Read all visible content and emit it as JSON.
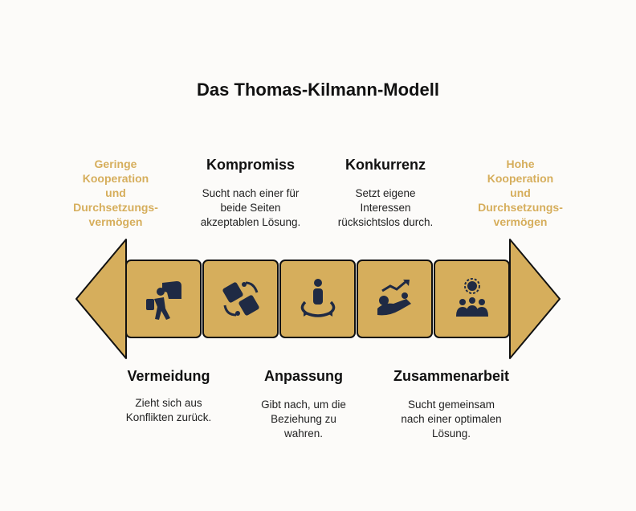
{
  "title": "Das Thomas-Kilmann-Modell",
  "left_label": [
    "Geringe",
    "Kooperation",
    "und",
    "Durchsetzungs-",
    "vermögen"
  ],
  "right_label": [
    "Hohe",
    "Kooperation",
    "und",
    "Durchsetzungs-",
    "vermögen"
  ],
  "styles": [
    {
      "name": "Vermeidung",
      "desc": [
        "Zieht sich aus",
        "Konflikten zurück."
      ],
      "icon": "person-avoiding-icon"
    },
    {
      "name": "Kompromiss",
      "desc": [
        "Sucht nach einer für",
        "beide Seiten",
        "akzeptablen Lösung."
      ],
      "icon": "handshake-puzzle-icon"
    },
    {
      "name": "Anpassung",
      "desc": [
        "Gibt nach, um die",
        "Beziehung zu",
        "wahren."
      ],
      "icon": "person-adapting-icon"
    },
    {
      "name": "Konkurrenz",
      "desc": [
        "Setzt eigene",
        "Interessen",
        "rücksichtslos durch."
      ],
      "icon": "competition-icon"
    },
    {
      "name": "Zusammenarbeit",
      "desc": [
        "Sucht gemeinsam",
        "nach einer optimalen",
        "Lösung."
      ],
      "icon": "team-collaboration-icon"
    }
  ],
  "colors": {
    "accent": "#d6ae5c",
    "box": "#d6ae5c",
    "stroke": "#111111",
    "icon": "#1f2a44"
  }
}
